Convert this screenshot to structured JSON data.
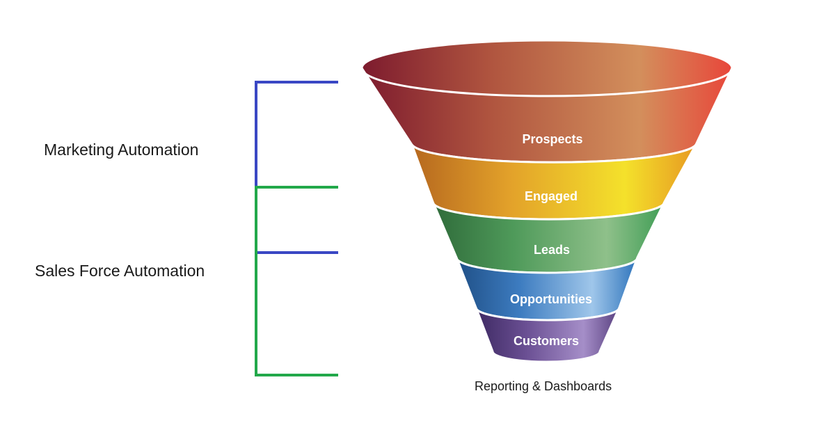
{
  "labels": {
    "marketing": "Marketing Automation",
    "sales": "Sales Force Automation",
    "reporting": "Reporting & Dashboards"
  },
  "stages": [
    {
      "label": "Prospects",
      "colors": [
        "#7d1b2e",
        "#b0553f",
        "#d38f5c",
        "#e8463a"
      ]
    },
    {
      "label": "Engaged",
      "colors": [
        "#b6681f",
        "#e3a22a",
        "#f4e12b",
        "#e79a22"
      ]
    },
    {
      "label": "Leads",
      "colors": [
        "#2f6b3a",
        "#4f9a5a",
        "#8fc08a",
        "#3f9d55"
      ]
    },
    {
      "label": "Opportunities",
      "colors": [
        "#1f4f86",
        "#3d7cc0",
        "#9fc6ea",
        "#2d73bb"
      ]
    },
    {
      "label": "Customers",
      "colors": [
        "#3e2a63",
        "#6a4f93",
        "#a58ec8",
        "#58407f"
      ]
    }
  ],
  "brackets": {
    "marketing_color": "#3a47c4",
    "sales_color": "#22a84a"
  }
}
